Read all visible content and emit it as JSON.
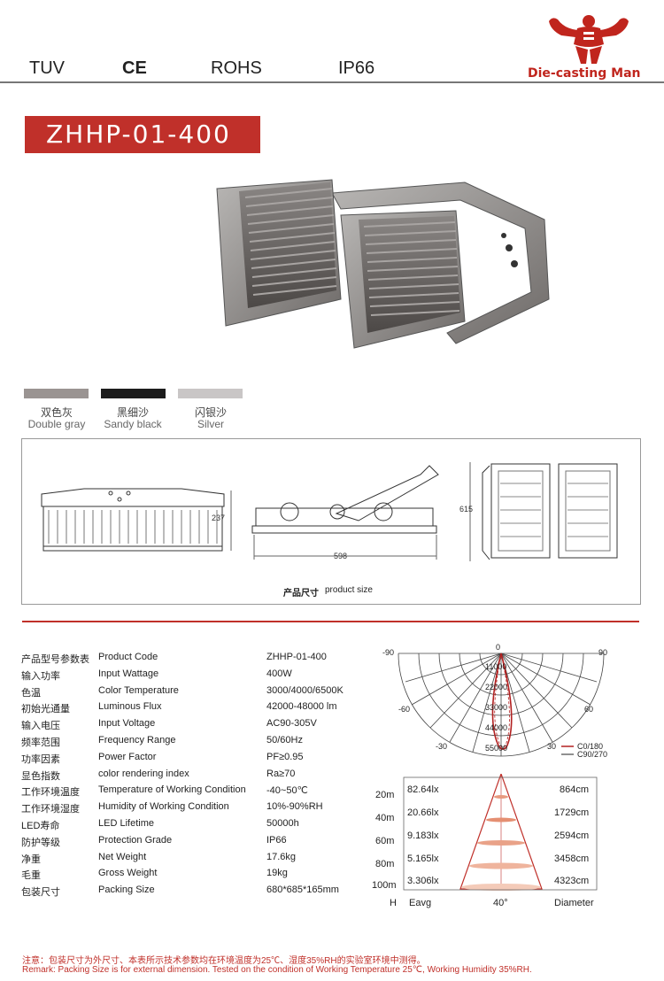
{
  "certifications": [
    "TUV",
    "CE",
    "ROHS",
    "IP66"
  ],
  "brand": {
    "name": "Die-casting Man"
  },
  "model": "ZHHP-01-400",
  "colors": [
    {
      "cn": "双色灰",
      "en": "Double gray",
      "hex": "#9a9492"
    },
    {
      "cn": "黑细沙",
      "en": "Sandy black",
      "hex": "#1c1c1c"
    },
    {
      "cn": "闪银沙",
      "en": "Silver",
      "hex": "#c9c6c6"
    }
  ],
  "dimensions": {
    "height": "237",
    "length": "598",
    "width": "615",
    "caption_cn": "产品尺寸",
    "caption_en": "product size"
  },
  "specs": [
    {
      "cn": "产品型号参数表",
      "en": "Product Code",
      "value": "ZHHP-01-400"
    },
    {
      "cn": "输入功率",
      "en": "Input Wattage",
      "value": "400W"
    },
    {
      "cn": "色温",
      "en": "Color Temperature",
      "value": "3000/4000/6500K"
    },
    {
      "cn": "初始光通量",
      "en": "Luminous Flux",
      "value": "42000-48000 lm"
    },
    {
      "cn": "输入电压",
      "en": "Input Voltage",
      "value": "AC90-305V"
    },
    {
      "cn": "频率范围",
      "en": "Frequency Range",
      "value": "50/60Hz"
    },
    {
      "cn": "功率因素",
      "en": "Power Factor",
      "value": "PF≥0.95"
    },
    {
      "cn": "显色指数",
      "en": "color rendering index",
      "value": "Ra≥70"
    },
    {
      "cn": "工作环境温度",
      "en": "Temperature of Working Condition",
      "value": "-40~50℃"
    },
    {
      "cn": "工作环境湿度",
      "en": "Humidity of Working Condition",
      "value": "10%-90%RH"
    },
    {
      "cn": "LED寿命",
      "en": "LED Lifetime",
      "value": "50000h"
    },
    {
      "cn": "防护等级",
      "en": "Protection Grade",
      "value": "IP66"
    },
    {
      "cn": "净重",
      "en": "Net Weight",
      "value": "17.6kg"
    },
    {
      "cn": "毛重",
      "en": "Gross Weight",
      "value": "19kg"
    },
    {
      "cn": "包装尺寸",
      "en": "Packing Size",
      "value": "680*685*165mm"
    }
  ],
  "polar": {
    "angles": [
      "-90",
      "90",
      "-60",
      "60",
      "-30",
      "30",
      "0"
    ],
    "intensities": [
      "11000",
      "22000",
      "33000",
      "44000",
      "55000"
    ],
    "legend": [
      "C0/180",
      "C90/270"
    ]
  },
  "illuminance": {
    "rows": [
      {
        "h": "20m",
        "eavg": "82.64lx",
        "diameter": "864cm"
      },
      {
        "h": "40m",
        "eavg": "20.66lx",
        "diameter": "1729cm"
      },
      {
        "h": "60m",
        "eavg": "9.183lx",
        "diameter": "2594cm"
      },
      {
        "h": "80m",
        "eavg": "5.165lx",
        "diameter": "3458cm"
      },
      {
        "h": "100m",
        "eavg": "3.306lx",
        "diameter": "4323cm"
      }
    ],
    "footer": {
      "h": "H",
      "eavg": "Eavg",
      "angle": "40°",
      "diameter": "Diameter"
    }
  },
  "notes": {
    "cn": "注意：包装尺寸为外尺寸、本表所示技术参数均在环境温度为25℃、湿度35%RH的实验室环境中测得。",
    "en": "Remark: Packing Size is for external dimension. Tested on the condition of Working Temperature 25℃, Working Humidity 35%RH."
  }
}
